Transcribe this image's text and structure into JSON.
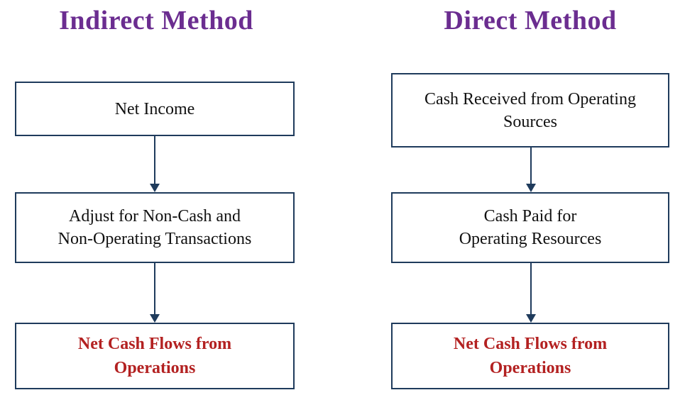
{
  "diagram": {
    "title_color": "#6b2d90",
    "box_border_color": "#1f3b5c",
    "arrow_color": "#1f3b5c",
    "emphasis_text_color": "#b32121",
    "body_text_color": "#111111",
    "background_color": "#ffffff",
    "columns": [
      {
        "id": "indirect",
        "title": "Indirect Method",
        "nodes": [
          {
            "id": "net-income",
            "text": "Net Income",
            "emphasis": false
          },
          {
            "id": "adjust-non-cash",
            "text": "Adjust for Non-Cash and\nNon-Operating Transactions",
            "emphasis": false
          },
          {
            "id": "net-cash-flows-ops",
            "text": "Net Cash Flows from\nOperations",
            "emphasis": true
          }
        ],
        "connectors": [
          {
            "id": "indirect-arrow-1",
            "from": "net-income",
            "to": "adjust-non-cash",
            "style": "down-arrow"
          },
          {
            "id": "indirect-arrow-2",
            "from": "adjust-non-cash",
            "to": "net-cash-flows-ops",
            "style": "down-arrow"
          }
        ]
      },
      {
        "id": "direct",
        "title": "Direct Method",
        "nodes": [
          {
            "id": "cash-received",
            "text": "Cash Received from Operating\nSources",
            "emphasis": false
          },
          {
            "id": "cash-paid",
            "text": "Cash Paid for\nOperating Resources",
            "emphasis": false
          },
          {
            "id": "net-cash-flows-ops-2",
            "text": "Net Cash Flows from\nOperations",
            "emphasis": true
          }
        ],
        "connectors": [
          {
            "id": "direct-arrow-1",
            "from": "cash-received",
            "to": "cash-paid",
            "style": "down-arrow"
          },
          {
            "id": "direct-arrow-2",
            "from": "cash-paid",
            "to": "net-cash-flows-ops-2",
            "style": "down-arrow"
          }
        ]
      }
    ]
  }
}
